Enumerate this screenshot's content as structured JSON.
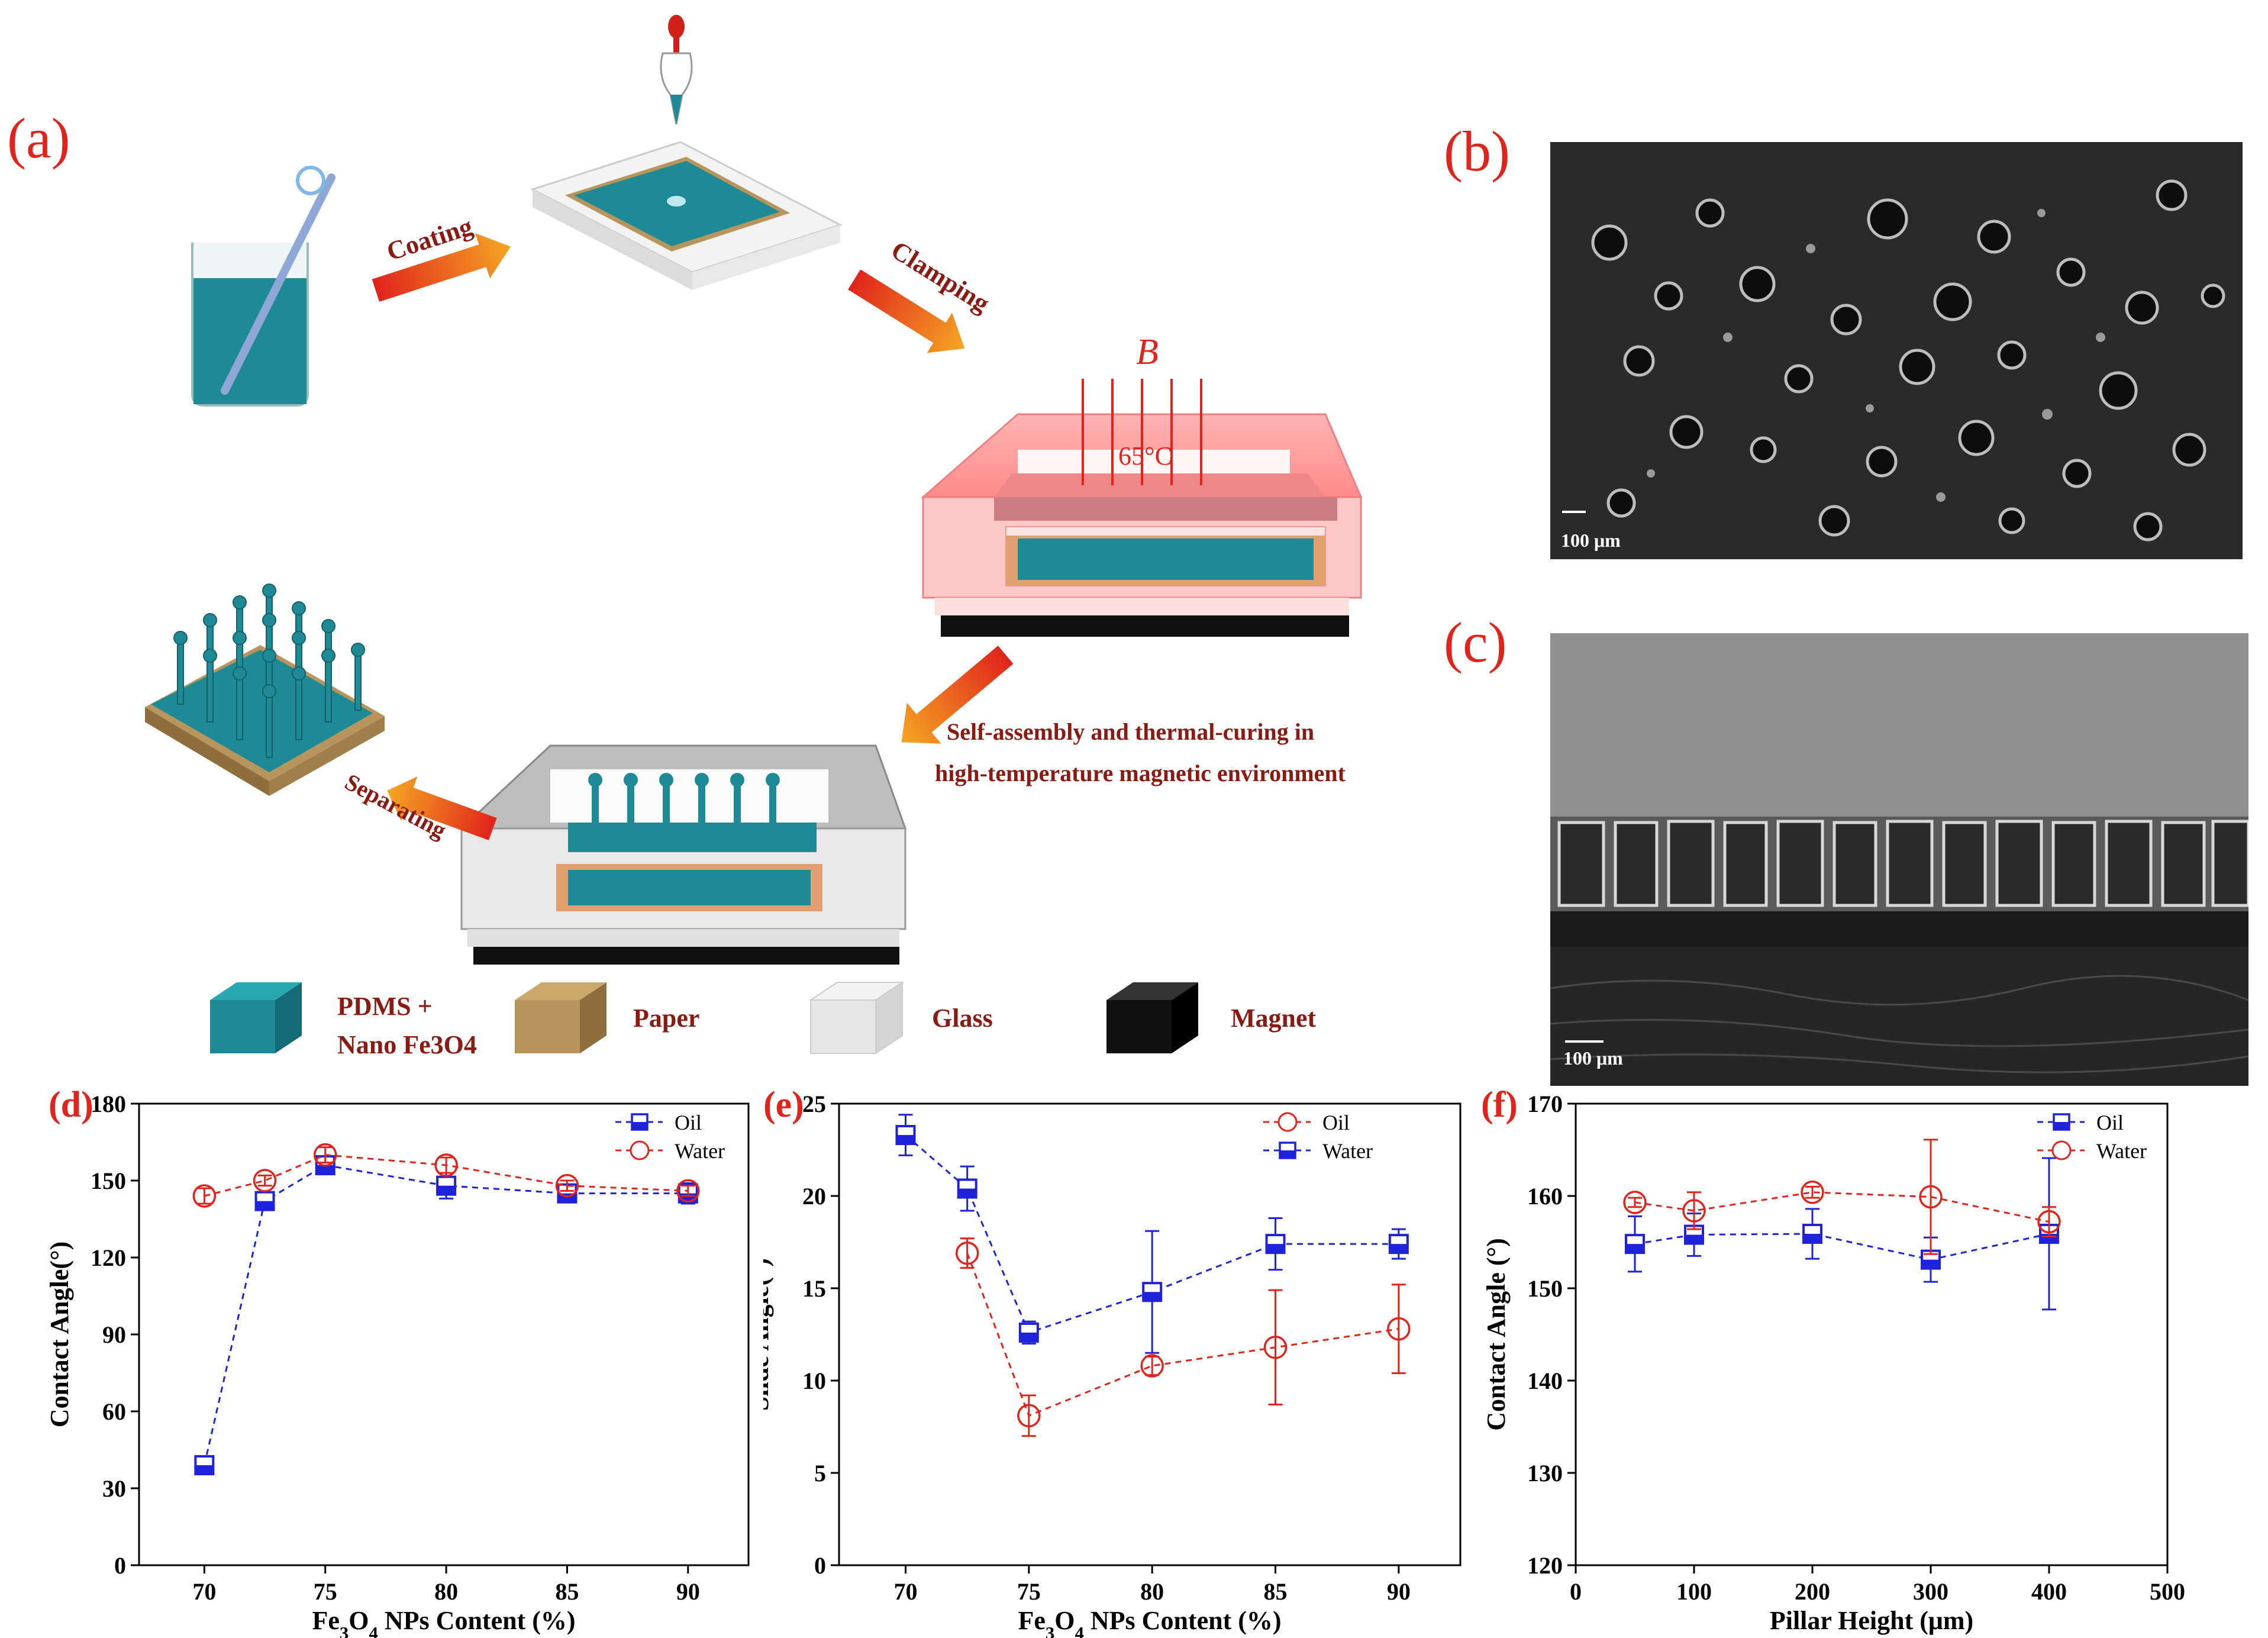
{
  "panels": {
    "a": "(a)",
    "b": "(b)",
    "c": "(c)",
    "d": "(d)",
    "e": "(e)",
    "f": "(f)"
  },
  "schematic": {
    "arrows": {
      "coating": "Coating",
      "clamping": "Clamping",
      "separating": "Separating"
    },
    "field_label": "B",
    "temperature": "65°C",
    "process_line1": "Self-assembly and thermal-curing in",
    "process_line2": "high-temperature magnetic environment",
    "legend": {
      "pdms_line1": "PDMS +",
      "pdms_line2": "Nano Fe3O4",
      "paper": "Paper",
      "glass": "Glass",
      "magnet": "Magnet"
    },
    "colors": {
      "pdms": "#1e8a96",
      "paper": "#b7955c",
      "glass": "#e6e6e6",
      "magnet": "#111111",
      "arrow": "#e8551e",
      "text": "#8a1a12"
    }
  },
  "sem": {
    "scale_b": "100 μm",
    "scale_c": "100 μm"
  },
  "chart_data": [
    {
      "id": "d",
      "type": "line",
      "xlabel": "Fe3O4 NPs Content (%)",
      "ylabel": "Contact Angle(°)",
      "xlim": [
        67.3,
        92.5
      ],
      "ylim": [
        0,
        180
      ],
      "xticks": [
        70,
        75,
        80,
        85,
        90
      ],
      "yticks": [
        0,
        30,
        60,
        90,
        120,
        150,
        180
      ],
      "x": [
        70,
        72.5,
        75,
        80,
        85,
        90
      ],
      "series": [
        {
          "name": "Oil",
          "color": "#1f22d8",
          "marker": "square",
          "y": [
            39,
            142,
            156,
            148,
            145,
            145
          ],
          "err": [
            3,
            3,
            3,
            5,
            3,
            4
          ]
        },
        {
          "name": "Water",
          "color": "#e0241c",
          "marker": "circle",
          "y": [
            144,
            150,
            160,
            156,
            148,
            146
          ],
          "err": [
            3,
            2,
            3,
            3,
            2,
            2
          ]
        }
      ],
      "legend_order": [
        "Oil",
        "Water"
      ]
    },
    {
      "id": "e",
      "type": "line",
      "xlabel": "Fe3O4 NPs Content (%)",
      "ylabel": "Slide Angle(°)",
      "xlim": [
        67.3,
        92.5
      ],
      "ylim": [
        0,
        25
      ],
      "xticks": [
        70,
        75,
        80,
        85,
        90
      ],
      "yticks": [
        0,
        5,
        10,
        15,
        20,
        25
      ],
      "series": [
        {
          "name": "Oil",
          "color": "#e0241c",
          "marker": "circle",
          "x": [
            72.5,
            75,
            80,
            85,
            90
          ],
          "y": [
            16.9,
            8.1,
            10.8,
            11.8,
            12.8
          ],
          "err": [
            0.8,
            1.1,
            0.5,
            3.1,
            2.4
          ]
        },
        {
          "name": "Water",
          "color": "#1f22d8",
          "marker": "square",
          "x": [
            70,
            72.5,
            75,
            80,
            85,
            90
          ],
          "y": [
            23.3,
            20.4,
            12.6,
            14.8,
            17.4,
            17.4
          ],
          "err": [
            1.1,
            1.2,
            0.6,
            3.3,
            1.4,
            0.8
          ]
        }
      ],
      "legend_order": [
        "Oil",
        "Water"
      ]
    },
    {
      "id": "f",
      "type": "line",
      "xlabel": "Pillar Height (μm)",
      "ylabel": "Contact Angle (°)",
      "xlim": [
        0,
        500
      ],
      "ylim": [
        120,
        170
      ],
      "xticks": [
        0,
        100,
        200,
        300,
        400,
        500
      ],
      "yticks": [
        120,
        130,
        140,
        150,
        160,
        170
      ],
      "x": [
        50,
        100,
        200,
        300,
        400
      ],
      "series": [
        {
          "name": "Oil",
          "color": "#1f22d8",
          "marker": "square",
          "y": [
            154.8,
            155.8,
            155.9,
            153.1,
            155.9
          ],
          "err": [
            3,
            2.3,
            2.7,
            2.4,
            8.2
          ]
        },
        {
          "name": "Water",
          "color": "#e0241c",
          "marker": "circle",
          "y": [
            159.3,
            158.4,
            160.4,
            159.9,
            157.2
          ],
          "err": [
            0.5,
            2,
            0.6,
            6.2,
            1.6
          ]
        }
      ],
      "legend_order": [
        "Oil",
        "Water"
      ]
    }
  ]
}
